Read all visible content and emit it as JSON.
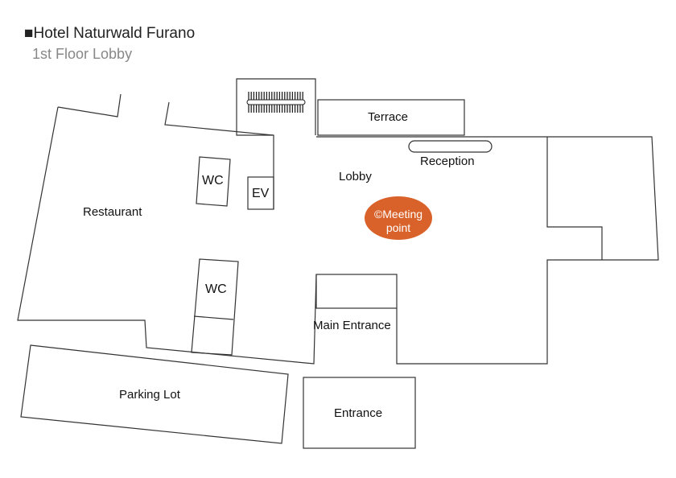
{
  "header": {
    "bullet": "■",
    "title": "Hotel Naturwald Furano",
    "subtitle": "1st Floor Lobby"
  },
  "rooms": {
    "terrace": "Terrace",
    "reception": "Reception",
    "lobby": "Lobby",
    "restaurant": "Restaurant",
    "wc1": "WC",
    "wc2": "WC",
    "ev": "EV",
    "main_entrance": "Main Entrance",
    "parking": "Parking Lot",
    "entrance": "Entrance"
  },
  "meeting_point": {
    "line1": "©Meeting",
    "line2": "point",
    "color": "#d9622a"
  }
}
